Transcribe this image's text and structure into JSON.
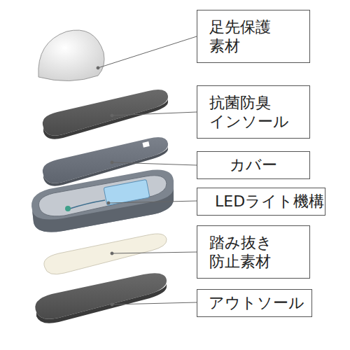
{
  "diagram": {
    "nodes": [
      {
        "text": [
          "足先保護 素材"
        ]
      },
      {
        "text": [
          "抗菌防臭 インソール"
        ]
      },
      {
        "text": [
          "カバー"
        ]
      },
      {
        "text": [
          "LEDライト機構"
        ]
      },
      {
        "text": [
          "踏み抜き 防止素材"
        ]
      },
      {
        "text": [
          "アウトソール"
        ]
      }
    ]
  }
}
